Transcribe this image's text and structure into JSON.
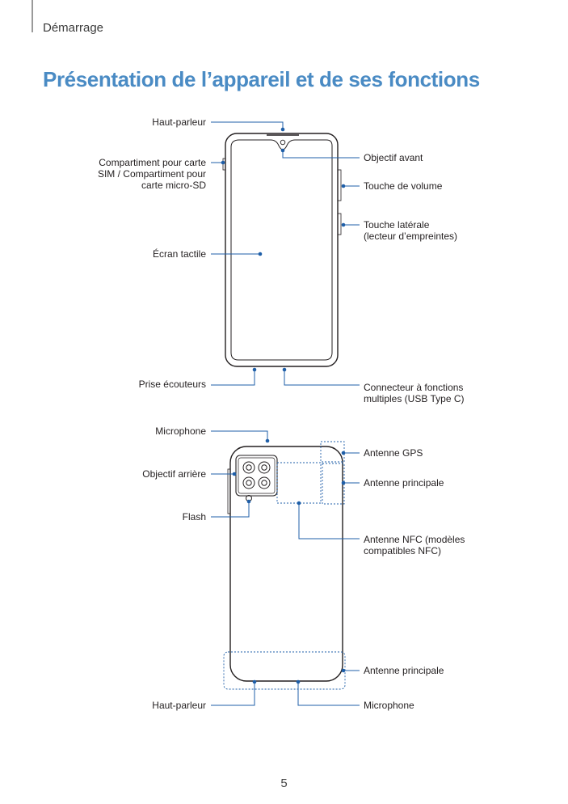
{
  "header": {
    "section": "Démarrage"
  },
  "title": "Présentation de l’appareil et de ses fonctions",
  "front_labels": {
    "speaker": "Haut-parleur",
    "sim_tray": [
      "Compartiment pour carte",
      "SIM / Compartiment pour",
      "carte micro-SD"
    ],
    "touchscreen": "Écran tactile",
    "earphone_jack": "Prise écouteurs",
    "front_camera": "Objectif avant",
    "volume_key": "Touche de volume",
    "side_key": [
      "Touche latérale",
      "(lecteur d’empreintes)"
    ],
    "usb_connector": [
      "Connecteur à fonctions",
      "multiples (USB Type C)"
    ]
  },
  "back_labels": {
    "microphone_top": "Microphone",
    "rear_camera": "Objectif arrière",
    "flash": "Flash",
    "speaker_bottom": "Haut-parleur",
    "gps_antenna": "Antenne GPS",
    "main_antenna_top": "Antenne principale",
    "nfc_antenna": [
      "Antenne NFC (modèles",
      "compatibles NFC)"
    ],
    "main_antenna_bottom": "Antenne principale",
    "microphone_bottom": "Microphone"
  },
  "colors": {
    "title": "#4a8bc4",
    "callout": "#1f5fa8",
    "outline": "#231f20"
  },
  "page_number": "5"
}
